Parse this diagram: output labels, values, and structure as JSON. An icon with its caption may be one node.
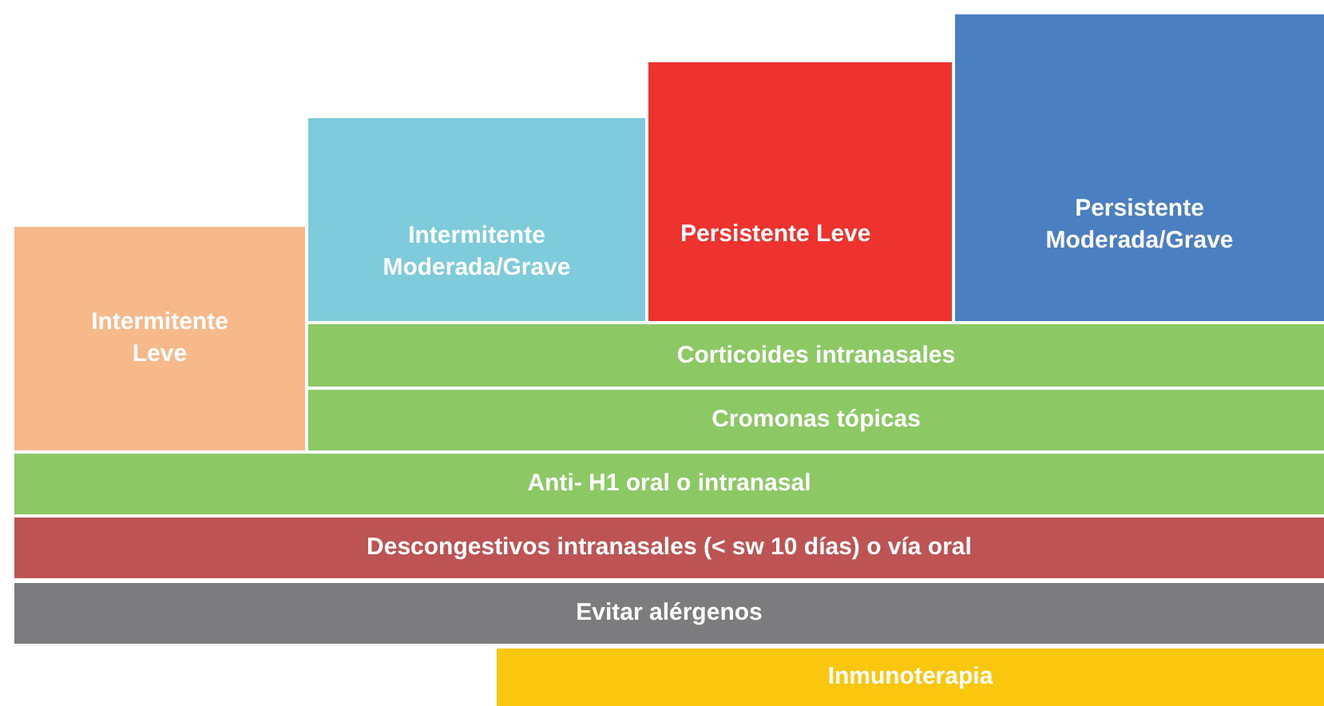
{
  "diagram": {
    "nodes": [
      {
        "text": [
          "Intermitente Leve"
        ]
      },
      {
        "text": [
          "Intermitente Moderada/Grave"
        ]
      },
      {
        "text": [
          "Persistente Leve"
        ]
      },
      {
        "text": [
          "Persistente Moderada/Grave"
        ]
      },
      {
        "text": [
          "Corticoides intranasales"
        ]
      },
      {
        "text": [
          "Cromonas tópicas"
        ]
      },
      {
        "text": [
          "Anti- H1 oral o intranasal"
        ]
      },
      {
        "text": [
          "Descongestivos intranasales (< sw 10 días) o vía oral"
        ]
      },
      {
        "text": [
          "Evitar alérgenos"
        ]
      },
      {
        "text": [
          "Inmunoterapia"
        ]
      }
    ]
  }
}
